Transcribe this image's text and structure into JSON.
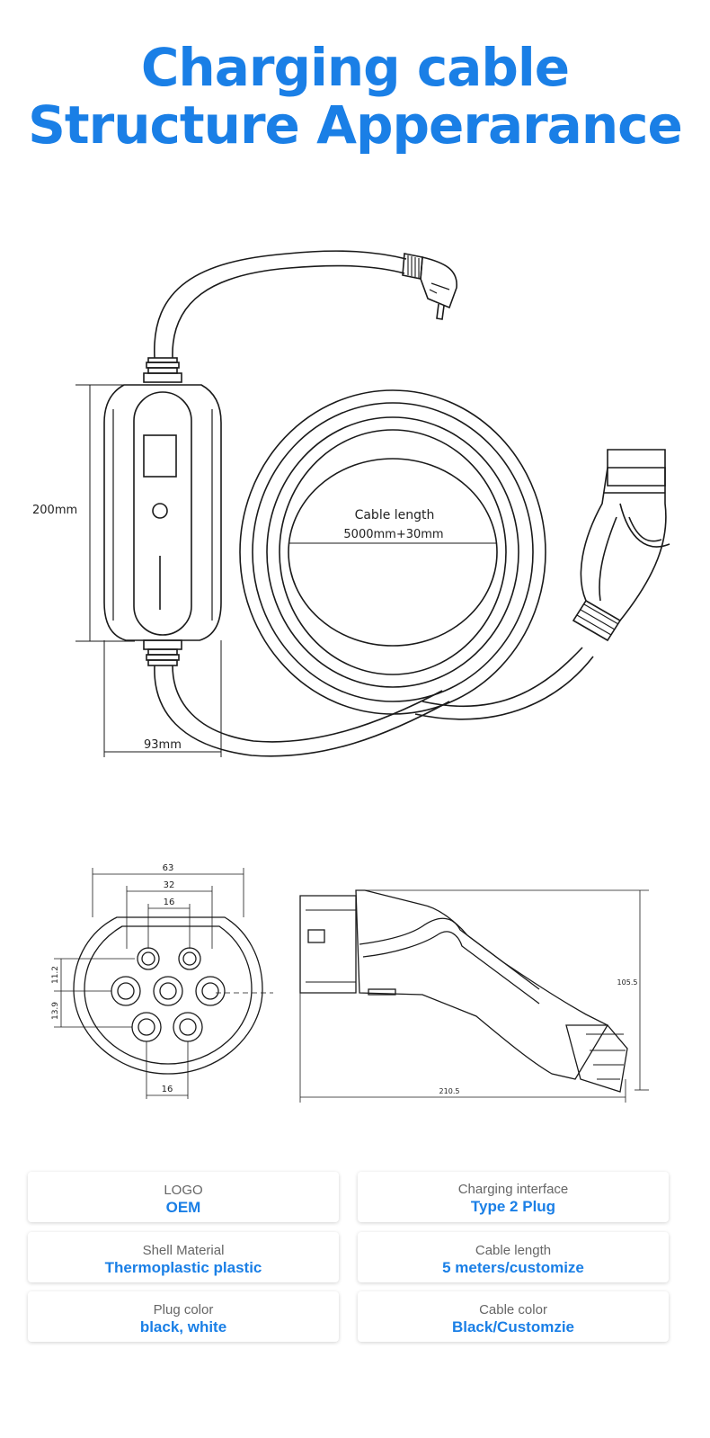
{
  "title": {
    "line1": "Charging cable",
    "line2": "Structure Apperarance"
  },
  "diagram1": {
    "height_label": "200mm",
    "width_label": "93mm",
    "cable_label": "Cable length",
    "cable_value": "5000mm+30mm"
  },
  "diagram2": {
    "dim_63": "63",
    "dim_32": "32",
    "dim_16_top": "16",
    "dim_16_bottom": "16",
    "dim_11_2": "11.2",
    "dim_13_9": "13.9",
    "dim_105_5": "105.5",
    "dim_210_5": "210.5"
  },
  "specs": [
    {
      "label": "LOGO",
      "value": "OEM"
    },
    {
      "label": "Charging interface",
      "value": "Type 2 Plug"
    },
    {
      "label": "Shell Material",
      "value": "Thermoplastic plastic"
    },
    {
      "label": "Cable length",
      "value": "5 meters/customize"
    },
    {
      "label": "Plug color",
      "value": "black, white"
    },
    {
      "label": "Cable color",
      "value": "Black/Customzie"
    }
  ],
  "colors": {
    "accent": "#1a7fe6",
    "line": "#1a1a1a"
  }
}
